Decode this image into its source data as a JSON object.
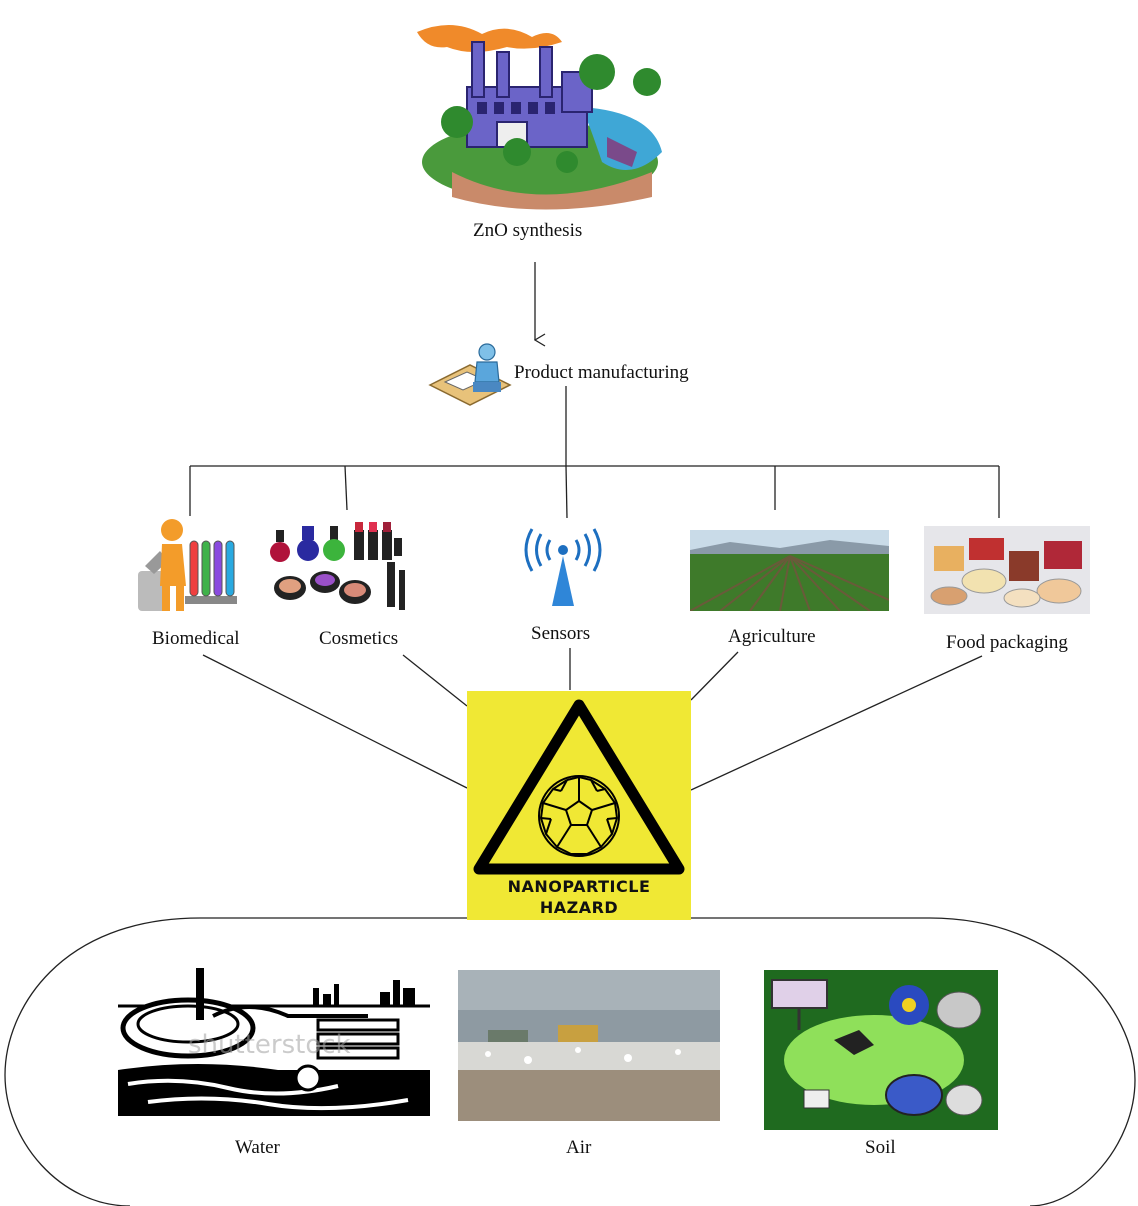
{
  "diagram": {
    "source": {
      "label": "ZnO synthesis",
      "icon": "factory-icon"
    },
    "process": {
      "label": "Product manufacturing",
      "icon": "worker-at-desk-icon"
    },
    "applications": [
      {
        "label": "Biomedical",
        "icon": "scientist-test-tubes-icon"
      },
      {
        "label": "Cosmetics",
        "icon": "cosmetics-icon"
      },
      {
        "label": "Sensors",
        "icon": "wireless-signal-icon"
      },
      {
        "label": "Agriculture",
        "icon": "crop-field-photo"
      },
      {
        "label": "Food packaging",
        "icon": "packaged-food-photo"
      }
    ],
    "hazard": {
      "line1": "NANOPARTICLE",
      "line2": "HAZARD",
      "icon": "fullerene-warning-sign-icon",
      "background_color": "#f0e834"
    },
    "environment": [
      {
        "label": "Water",
        "icon": "water-treatment-icon",
        "watermark": "shutterstock"
      },
      {
        "label": "Air",
        "icon": "landfill-photo"
      },
      {
        "label": "Soil",
        "icon": "toxic-waste-icon"
      }
    ]
  }
}
